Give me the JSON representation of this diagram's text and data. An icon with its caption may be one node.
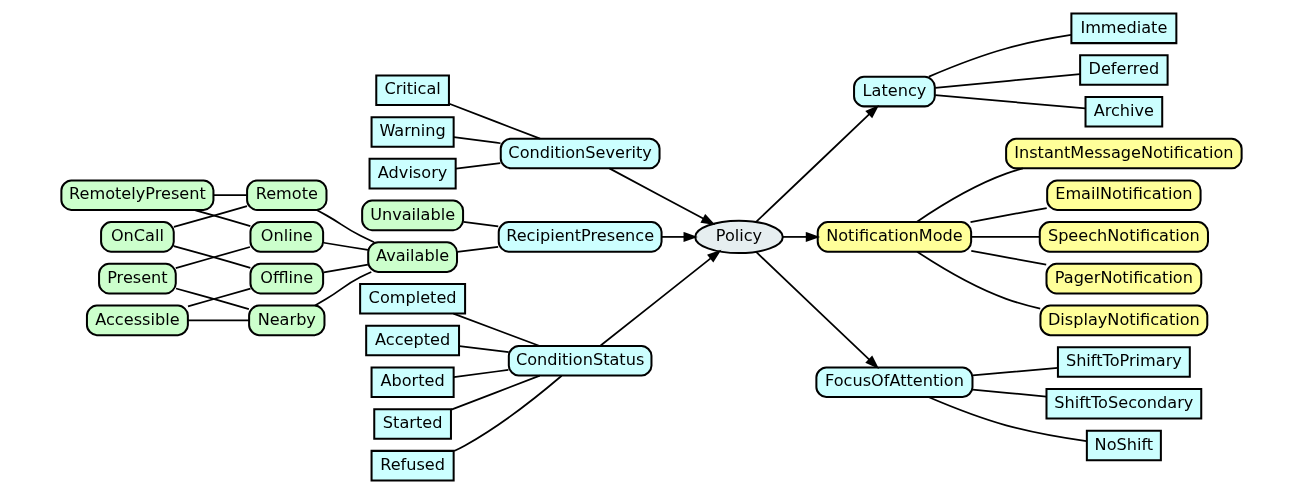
{
  "diagram": {
    "nodes": [
      {
        "text": [
          "Policy"
        ]
      },
      {
        "text": [
          "ConditionSeverity"
        ]
      },
      {
        "text": [
          "Critical"
        ]
      },
      {
        "text": [
          "Warning"
        ]
      },
      {
        "text": [
          "Advisory"
        ]
      },
      {
        "text": [
          "RecipientPresence"
        ]
      },
      {
        "text": [
          "Unvailable"
        ]
      },
      {
        "text": [
          "Available"
        ]
      },
      {
        "text": [
          "Remote"
        ]
      },
      {
        "text": [
          "Online"
        ]
      },
      {
        "text": [
          "Offline"
        ]
      },
      {
        "text": [
          "Nearby"
        ]
      },
      {
        "text": [
          "RemotelyPresent"
        ]
      },
      {
        "text": [
          "OnCall"
        ]
      },
      {
        "text": [
          "Present"
        ]
      },
      {
        "text": [
          "Accessible"
        ]
      },
      {
        "text": [
          "ConditionStatus"
        ]
      },
      {
        "text": [
          "Completed"
        ]
      },
      {
        "text": [
          "Accepted"
        ]
      },
      {
        "text": [
          "Aborted"
        ]
      },
      {
        "text": [
          "Started"
        ]
      },
      {
        "text": [
          "Refused"
        ]
      },
      {
        "text": [
          "Latency"
        ]
      },
      {
        "text": [
          "Immediate"
        ]
      },
      {
        "text": [
          "Deferred"
        ]
      },
      {
        "text": [
          "Archive"
        ]
      },
      {
        "text": [
          "NotificationMode"
        ]
      },
      {
        "text": [
          "PagerNotification"
        ]
      },
      {
        "text": [
          "DisplayNotification"
        ]
      },
      {
        "text": [
          "InstantMessageNotification"
        ]
      },
      {
        "text": [
          "EmailNotification"
        ]
      },
      {
        "text": [
          "SpeechNotification"
        ]
      },
      {
        "text": [
          "FocusOfAttention"
        ]
      },
      {
        "text": [
          "ShiftToPrimary"
        ]
      },
      {
        "text": [
          "ShiftToSecondary"
        ]
      },
      {
        "text": [
          "NoShift"
        ]
      }
    ],
    "edges": [
      {
        "from": 2,
        "to": 1,
        "arrow": "none"
      },
      {
        "from": 3,
        "to": 1,
        "arrow": "none"
      },
      {
        "from": 4,
        "to": 1,
        "arrow": "none"
      },
      {
        "from": 12,
        "to": 8,
        "arrow": "none"
      },
      {
        "from": 12,
        "to": 9,
        "arrow": "none"
      },
      {
        "from": 13,
        "to": 8,
        "arrow": "none"
      },
      {
        "from": 13,
        "to": 10,
        "arrow": "none"
      },
      {
        "from": 14,
        "to": 9,
        "arrow": "none"
      },
      {
        "from": 14,
        "to": 11,
        "arrow": "none"
      },
      {
        "from": 15,
        "to": 10,
        "arrow": "none"
      },
      {
        "from": 15,
        "to": 11,
        "arrow": "none"
      },
      {
        "from": 8,
        "to": 7,
        "arrow": "none"
      },
      {
        "from": 9,
        "to": 7,
        "arrow": "none"
      },
      {
        "from": 10,
        "to": 7,
        "arrow": "none"
      },
      {
        "from": 11,
        "to": 7,
        "arrow": "none"
      },
      {
        "from": 6,
        "to": 5,
        "arrow": "none"
      },
      {
        "from": 7,
        "to": 5,
        "arrow": "none"
      },
      {
        "from": 17,
        "to": 16,
        "arrow": "none"
      },
      {
        "from": 18,
        "to": 16,
        "arrow": "none"
      },
      {
        "from": 19,
        "to": 16,
        "arrow": "none"
      },
      {
        "from": 20,
        "to": 16,
        "arrow": "none"
      },
      {
        "from": 21,
        "to": 16,
        "arrow": "none"
      },
      {
        "from": 1,
        "to": 0,
        "arrow": "to"
      },
      {
        "from": 5,
        "to": 0,
        "arrow": "to"
      },
      {
        "from": 16,
        "to": 0,
        "arrow": "to"
      },
      {
        "from": 0,
        "to": 22,
        "arrow": "to"
      },
      {
        "from": 0,
        "to": 26,
        "arrow": "to"
      },
      {
        "from": 0,
        "to": 32,
        "arrow": "to"
      },
      {
        "from": 22,
        "to": 23,
        "arrow": "none"
      },
      {
        "from": 22,
        "to": 24,
        "arrow": "none"
      },
      {
        "from": 22,
        "to": 25,
        "arrow": "none"
      },
      {
        "from": 26,
        "to": 27,
        "arrow": "none"
      },
      {
        "from": 26,
        "to": 28,
        "arrow": "none"
      },
      {
        "from": 26,
        "to": 29,
        "arrow": "none"
      },
      {
        "from": 26,
        "to": 30,
        "arrow": "none"
      },
      {
        "from": 26,
        "to": 31,
        "arrow": "none"
      },
      {
        "from": 32,
        "to": 33,
        "arrow": "none"
      },
      {
        "from": 32,
        "to": 34,
        "arrow": "none"
      },
      {
        "from": 32,
        "to": 35,
        "arrow": "none"
      }
    ]
  }
}
